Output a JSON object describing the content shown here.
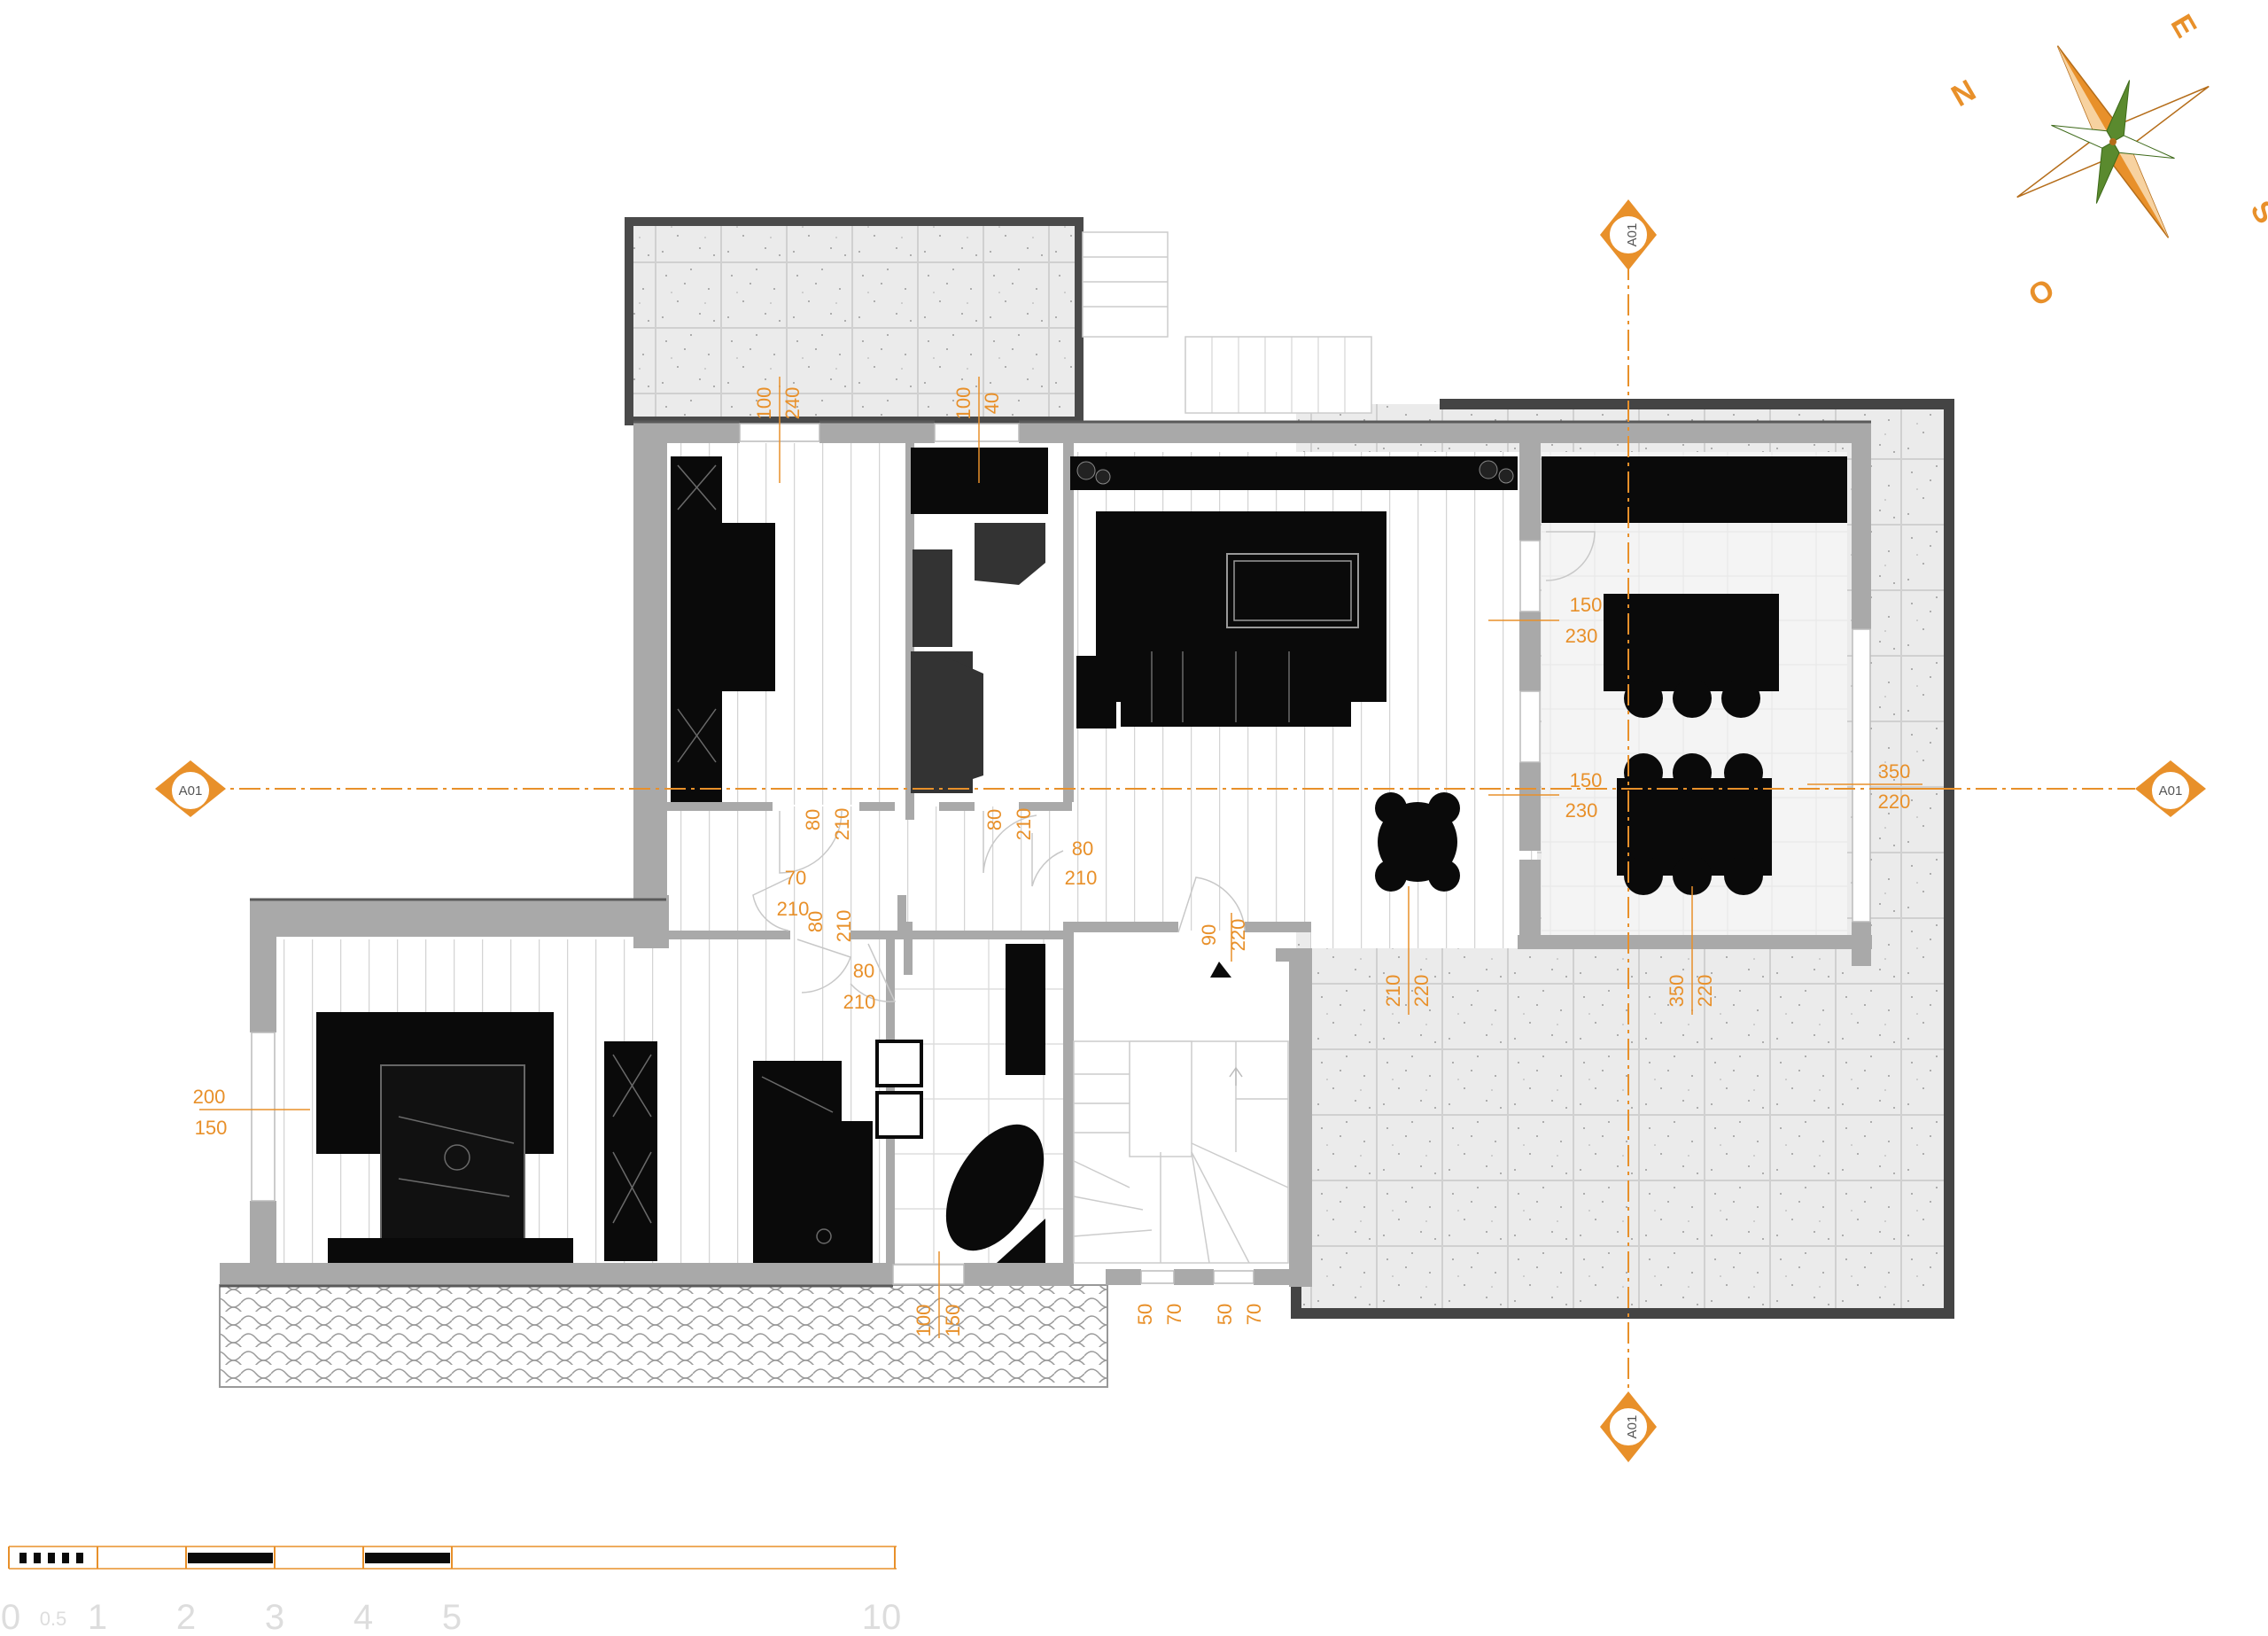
{
  "colors": {
    "accent": "#e8902a",
    "wall": "#a9a9a9",
    "wall_dark": "#444444",
    "furniture": "#0a0a0a",
    "floor_line": "#d6d6d6",
    "compass_green": "#5a8a2e"
  },
  "compass": {
    "n": "N",
    "e": "E",
    "s": "S",
    "o": "O"
  },
  "sections": {
    "top": "A01",
    "bottom": "A01",
    "left": "A01",
    "right": "A01"
  },
  "dims": {
    "window_bedroom1_w": "100",
    "window_bedroom1_h": "240",
    "window_bath1_w": "100",
    "window_bath1_h": "40",
    "window_living_w": "150",
    "window_living_h": "230",
    "window_living2_w": "150",
    "window_living2_h": "230",
    "window_east_w": "350",
    "window_east_h": "220",
    "door_a_w": "80",
    "door_a_h": "210",
    "door_b_w": "80",
    "door_b_h": "210",
    "door_c_w": "80",
    "door_c_h": "210",
    "door_d_w": "70",
    "door_d_h": "210",
    "door_e_w": "80",
    "door_e_h": "210",
    "door_f_w": "80",
    "door_f_h": "210",
    "door_entry_w": "90",
    "door_entry_h": "220",
    "door_terrace_w": "210",
    "door_terrace_h": "220",
    "door_terrace2_w": "350",
    "door_terrace2_h": "220",
    "window_master_w": "200",
    "window_master_h": "150",
    "window_bath2_w": "100",
    "window_bath2_h": "150",
    "window_stair1_w": "50",
    "window_stair1_h": "70",
    "window_stair2_w": "50",
    "window_stair2_h": "70"
  },
  "scale": {
    "n0": "0",
    "n05": "0.5",
    "n1": "1",
    "n2": "2",
    "n3": "3",
    "n4": "4",
    "n5": "5",
    "n10": "10"
  }
}
